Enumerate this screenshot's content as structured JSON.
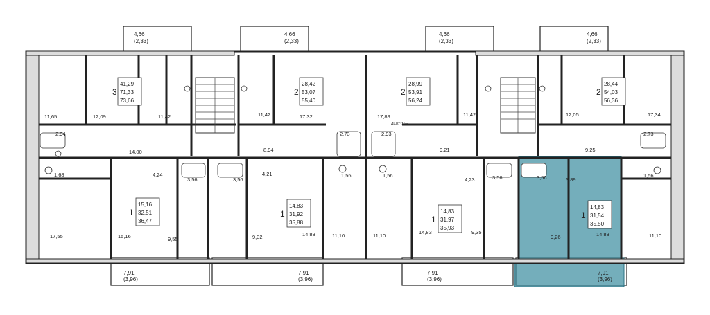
{
  "colors": {
    "highlight": "#3f8fa1",
    "wall": "#222222",
    "background": "#ffffff"
  },
  "balconies_top": [
    {
      "area": "4,66",
      "sub": "(2,33)"
    },
    {
      "area": "4,66",
      "sub": "(2,33)"
    },
    {
      "area": "4,66",
      "sub": "(2,33)"
    },
    {
      "area": "4,66",
      "sub": "(2,33)"
    }
  ],
  "balconies_bottom": [
    {
      "area": "7,91",
      "sub": "(3,96)"
    },
    {
      "area": "7,91",
      "sub": "(3,96)"
    },
    {
      "area": "7,91",
      "sub": "(3,96)"
    },
    {
      "area": "7,91",
      "sub": "(3,96)"
    }
  ],
  "apartments": [
    {
      "rooms": "3",
      "a": "41,29",
      "b": "71,33",
      "c": "73,66"
    },
    {
      "rooms": "2",
      "a": "28,42",
      "b": "53,07",
      "c": "55,40"
    },
    {
      "rooms": "2",
      "a": "28,99",
      "b": "53,91",
      "c": "56,24"
    },
    {
      "rooms": "2",
      "a": "28,44",
      "b": "54,03",
      "c": "56,36"
    },
    {
      "rooms": "1",
      "a": "15,16",
      "b": "32,51",
      "c": "36,47"
    },
    {
      "rooms": "1",
      "a": "14,83",
      "b": "31,92",
      "c": "35,88"
    },
    {
      "rooms": "1",
      "a": "14,83",
      "b": "31,97",
      "c": "35,93"
    },
    {
      "rooms": "1",
      "a": "14,83",
      "b": "31,54",
      "c": "35,50"
    }
  ],
  "room_areas": [
    "11,65",
    "12,09",
    "11,42",
    "11,42",
    "17,32",
    "17,89",
    "11,42",
    "12,05",
    "17,34",
    "2,94",
    "2,73",
    "2,93",
    "2,73",
    "14,00",
    "8,94",
    "9,21",
    "9,25",
    "1,68",
    "4,24",
    "3,56",
    "3,56",
    "4,21",
    "1,56",
    "1,56",
    "4,23",
    "3,56",
    "3,56",
    "3,89",
    "1,56",
    "17,55",
    "15,16",
    "9,55",
    "9,32",
    "14,83",
    "11,10",
    "11,10",
    "14,83",
    "9,35",
    "9,26",
    "14,83",
    "11,10"
  ],
  "annotation": "ДШ2Г-11м"
}
